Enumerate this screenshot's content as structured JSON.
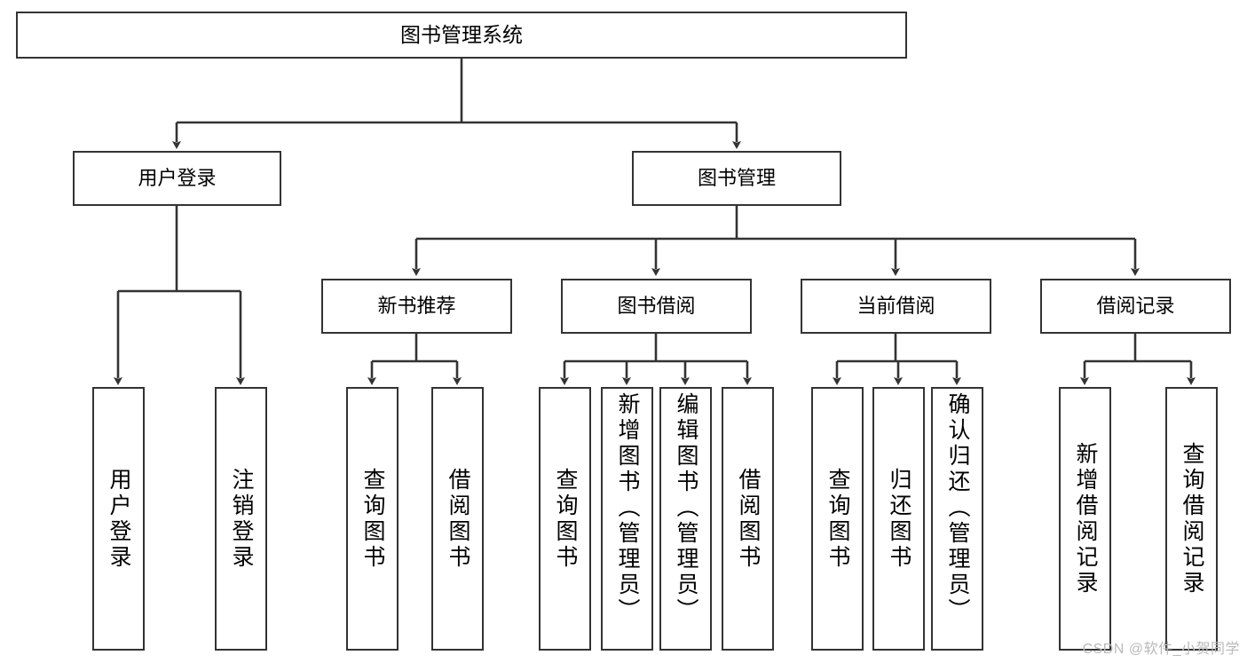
{
  "diagram": {
    "type": "tree-hierarchy-diagram",
    "title": "图书管理系统",
    "theme": {
      "background": "#ffffff",
      "node_border": "#333333",
      "node_fill": "#ffffff",
      "text": "#000000",
      "edge": "#333333",
      "watermark": "#b9b9b9"
    },
    "root": {
      "label": "图书管理系统"
    },
    "level1": [
      {
        "label": "用户登录"
      },
      {
        "label": "图书管理"
      }
    ],
    "level2": [
      {
        "label": "新书推荐"
      },
      {
        "label": "图书借阅"
      },
      {
        "label": "当前借阅"
      },
      {
        "label": "借阅记录"
      }
    ],
    "leaves": {
      "user_login": [
        {
          "label": "用户登录"
        },
        {
          "label": "注销登录"
        }
      ],
      "new_book_recommend": [
        {
          "label": "查询图书"
        },
        {
          "label": "借阅图书"
        }
      ],
      "book_borrow": [
        {
          "label": "查询图书"
        },
        {
          "label": "新增图书（管理员）"
        },
        {
          "label": "编辑图书（管理员）"
        },
        {
          "label": "借阅图书"
        }
      ],
      "current_borrow": [
        {
          "label": "查询图书"
        },
        {
          "label": "归还图书"
        },
        {
          "label": "确认归还（管理员）"
        }
      ],
      "borrow_record": [
        {
          "label": "新增借阅记录"
        },
        {
          "label": "查询借阅记录"
        }
      ]
    },
    "watermark": "CSDN @软件_小贺同学"
  }
}
